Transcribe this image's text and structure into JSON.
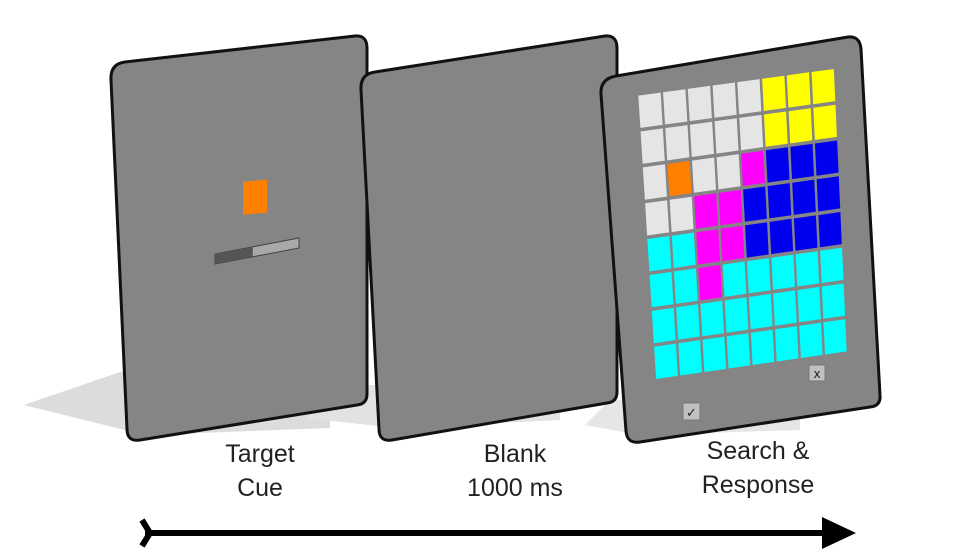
{
  "colors": {
    "panel": "#858585",
    "panel_border": "#111111",
    "shadow": "#dcdcdc",
    "target": "#ff8000",
    "progress_fill": "#555555",
    "progress_empty": "#a9a9a9",
    "arrow": "#000000"
  },
  "palette": {
    "W": "#e5e5e5",
    "Y": "#ffff00",
    "O": "#ff8000",
    "M": "#ff00ff",
    "B": "#0000ee",
    "C": "#00ffff"
  },
  "stages": [
    {
      "id": "cue",
      "caption": [
        "Target",
        "Cue"
      ],
      "target_color": "orange",
      "progress": 0.45
    },
    {
      "id": "blank",
      "caption": [
        "Blank",
        "1000 ms"
      ]
    },
    {
      "id": "search",
      "caption": [
        "Search &",
        "Response"
      ],
      "grid_rows": [
        "WWWWWYYY",
        "WWWWWYYY",
        "WOWWMBBB",
        "WWMMBBBB",
        "CCMMBBBB",
        "CCMCCCCC",
        "CCCCCCCC",
        "CCCCCCCC"
      ],
      "accept_icon": "check-icon",
      "reject_icon": "x-icon",
      "accept_glyph": "✓",
      "reject_glyph": "x"
    }
  ],
  "timeline_icon": "arrow-right-icon"
}
